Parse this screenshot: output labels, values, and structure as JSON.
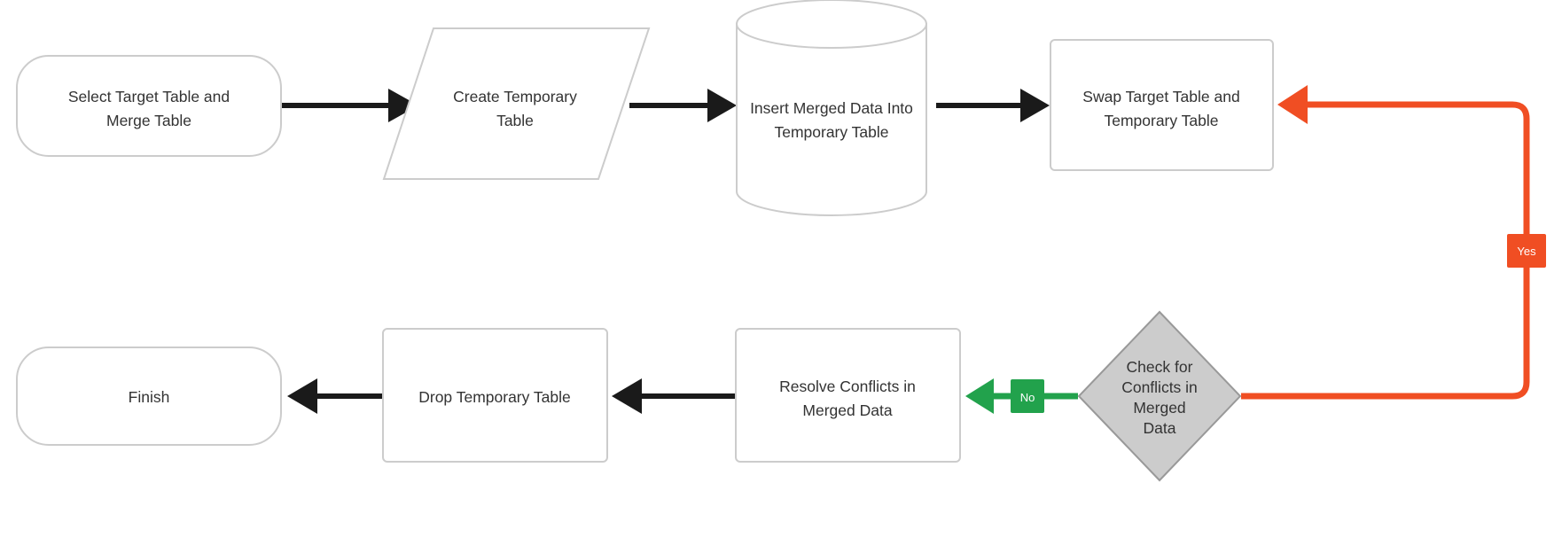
{
  "diagram": {
    "title": "Table Merge Workflow Flowchart",
    "type": "flowchart",
    "background": "#ffffff",
    "palette": {
      "node_stroke": "#cccccc",
      "node_fill": "#ffffff",
      "decision_fill": "#cccccc",
      "decision_stroke": "#999999",
      "text": "#333333",
      "edge_default": "#1a1a1a",
      "edge_yes": "#F04E23",
      "edge_no": "#22A24C",
      "label_text": "#ffffff"
    }
  },
  "nodes": [
    {
      "id": "start",
      "shape": "stadium",
      "lines": [
        "Select Target Table and",
        "Merge Table"
      ]
    },
    {
      "id": "create",
      "shape": "parallelogram",
      "lines": [
        "Create Temporary",
        "Table"
      ]
    },
    {
      "id": "insert",
      "shape": "cylinder",
      "lines": [
        "Insert Merged Data Into",
        "Temporary Table"
      ]
    },
    {
      "id": "swap",
      "shape": "rectangle",
      "lines": [
        "Swap Target Table and",
        "Temporary Table"
      ]
    },
    {
      "id": "check",
      "shape": "diamond",
      "lines": [
        "Check for",
        "Conflicts in",
        "Merged",
        "Data"
      ]
    },
    {
      "id": "resolve",
      "shape": "rectangle",
      "lines": [
        "Resolve Conflicts in",
        "Merged Data"
      ]
    },
    {
      "id": "drop",
      "shape": "rectangle",
      "lines": [
        "Drop Temporary Table"
      ]
    },
    {
      "id": "finish",
      "shape": "stadium",
      "lines": [
        "Finish"
      ]
    }
  ],
  "edges": [
    {
      "id": "e1",
      "from": "start",
      "to": "create",
      "label": "",
      "color": "#1a1a1a"
    },
    {
      "id": "e2",
      "from": "create",
      "to": "insert",
      "label": "",
      "color": "#1a1a1a"
    },
    {
      "id": "e3",
      "from": "insert",
      "to": "swap",
      "label": "",
      "color": "#1a1a1a"
    },
    {
      "id": "e4",
      "from": "swap",
      "to": "check",
      "label": "",
      "color": "#1a1a1a"
    },
    {
      "id": "e5",
      "from": "check",
      "to": "swap",
      "label": "Yes",
      "color": "#F04E23"
    },
    {
      "id": "e6",
      "from": "check",
      "to": "resolve",
      "label": "No",
      "color": "#22A24C"
    },
    {
      "id": "e7",
      "from": "resolve",
      "to": "drop",
      "label": "",
      "color": "#1a1a1a"
    },
    {
      "id": "e8",
      "from": "drop",
      "to": "finish",
      "label": "",
      "color": "#1a1a1a"
    }
  ],
  "labels": {
    "yes": "Yes",
    "no": "No"
  },
  "text": {
    "n0l0": "Select Target Table and",
    "n0l1": "Merge Table",
    "n1l0": "Create Temporary",
    "n1l1": "Table",
    "n2l0": "Insert Merged Data Into",
    "n2l1": "Temporary Table",
    "n3l0": "Swap Target Table and",
    "n3l1": "Temporary Table",
    "n4l0": "Check for",
    "n4l1": "Conflicts in",
    "n4l2": "Merged",
    "n4l3": "Data",
    "n5l0": "Resolve Conflicts in",
    "n5l1": "Merged Data",
    "n6l0": "Drop Temporary Table",
    "n7l0": "Finish"
  }
}
